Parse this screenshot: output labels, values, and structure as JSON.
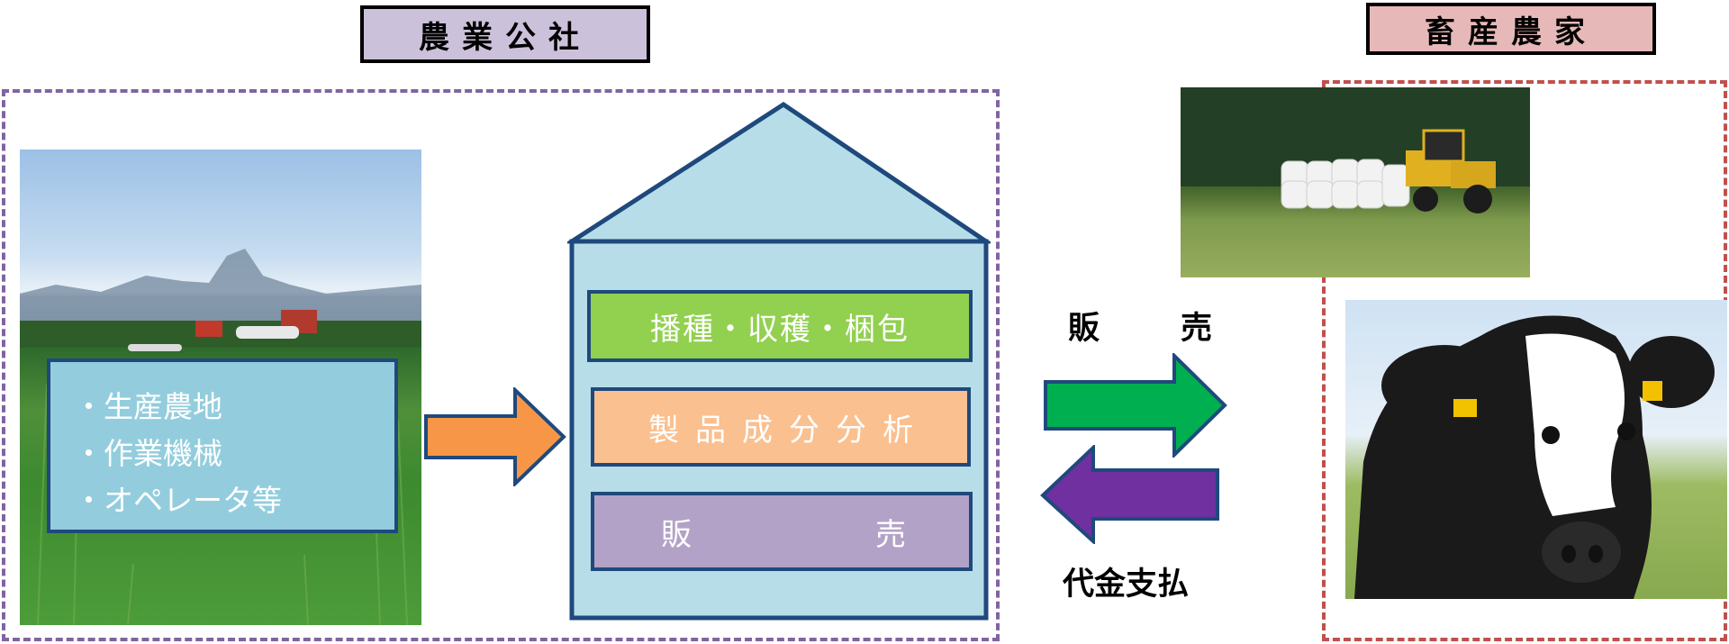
{
  "titles": {
    "left": "農業公社",
    "right": "畜産農家"
  },
  "info_box": {
    "items": [
      "・生産農地",
      "・作業機械",
      "・オペレータ等"
    ]
  },
  "house_bars": {
    "bar1": "播種・収穫・梱包",
    "bar2": "製品成分分析",
    "bar3_left": "販",
    "bar3_right": "売"
  },
  "arrows": {
    "sale_left": "販",
    "sale_right": "売",
    "payment": "代金支払"
  },
  "colors": {
    "left_region_border": "#8064a2",
    "right_region_border": "#c0504d",
    "orange_arrow": "#f79646",
    "green_arrow": "#00b050",
    "purple_arrow": "#7030a0",
    "house_fill": "#b7dee8",
    "house_border": "#1f497d"
  }
}
